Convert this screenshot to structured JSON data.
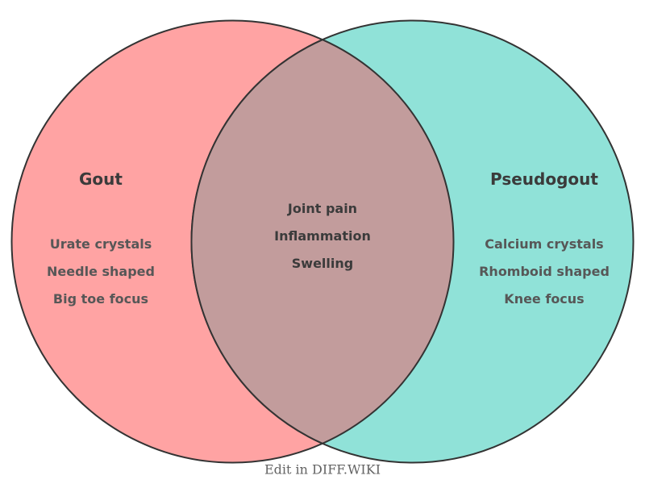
{
  "venn": {
    "left": {
      "title": "Gout",
      "items": [
        "Urate crystals",
        "Needle shaped",
        "Big toe focus"
      ]
    },
    "right": {
      "title": "Pseudogout",
      "items": [
        "Calcium crystals",
        "Rhomboid shaped",
        "Knee focus"
      ]
    },
    "overlap": {
      "items": [
        "Joint pain",
        "Inflammation",
        "Swelling"
      ]
    },
    "footer_label": "Edit in DIFF.WIKI",
    "colors": {
      "left_circle": "#ffa3a3",
      "right_circle": "#90e2d8",
      "overlap_region": "#c29c9c",
      "outline": "#333333",
      "title_text": "#3b3b3b",
      "item_text": "#575757",
      "center_text": "#3b3b3b",
      "footer_text": "#636363",
      "background": "#ffffff"
    }
  }
}
